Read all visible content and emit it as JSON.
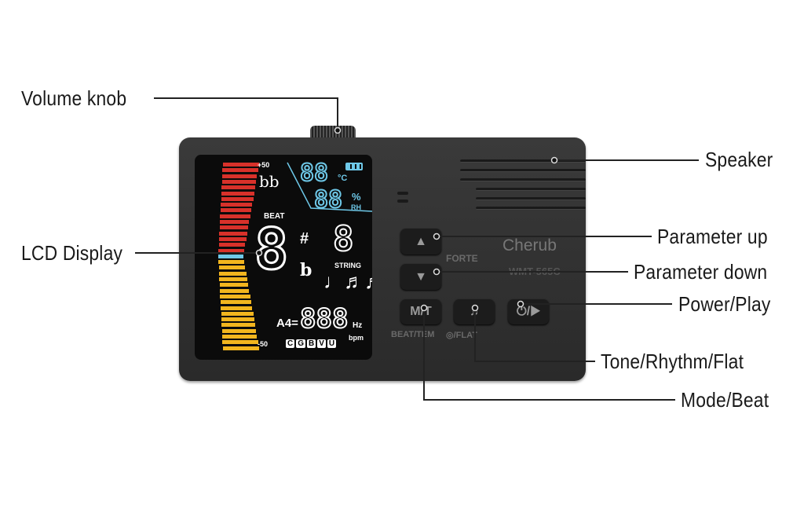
{
  "labels": {
    "volume_knob": "Volume knob",
    "speaker": "Speaker",
    "lcd_display": "LCD Display",
    "parameter_up": "Parameter up",
    "parameter_down": "Parameter down",
    "power_play": "Power/Play",
    "tone_rhythm_flat": "Tone/Rhythm/Flat",
    "mode_beat": "Mode/Beat"
  },
  "lcd": {
    "plus50": "+50",
    "minus50": "-50",
    "flats": "bb",
    "temp": "88",
    "temp_unit": "°C",
    "humidity": "88",
    "hum_unit": "%",
    "rh": "RH",
    "beat": "BEAT",
    "note": "8",
    "sharp": "#",
    "flat": "b",
    "string_digit": "8",
    "string": "STRING",
    "rhythm": "♩♬♬♪",
    "a4": "A4=",
    "freq": "888",
    "hz": "Hz",
    "bpm": "bpm",
    "modes": [
      "C",
      "G",
      "B",
      "V",
      "U"
    ]
  },
  "device": {
    "brand": "Cherub",
    "model": "WMT-565C",
    "forte": "FORTE",
    "up": "▲",
    "down": "▼",
    "mode_btn": "M/T",
    "tone_btn": "♫",
    "power_btn": "⏻/▶",
    "mode_sub": "BEAT/TEM",
    "tone_sub": "◎/FLAT"
  },
  "colors": {
    "red": "#d8312a",
    "yellow": "#f2b51e",
    "cyan": "#6ec8e8"
  }
}
